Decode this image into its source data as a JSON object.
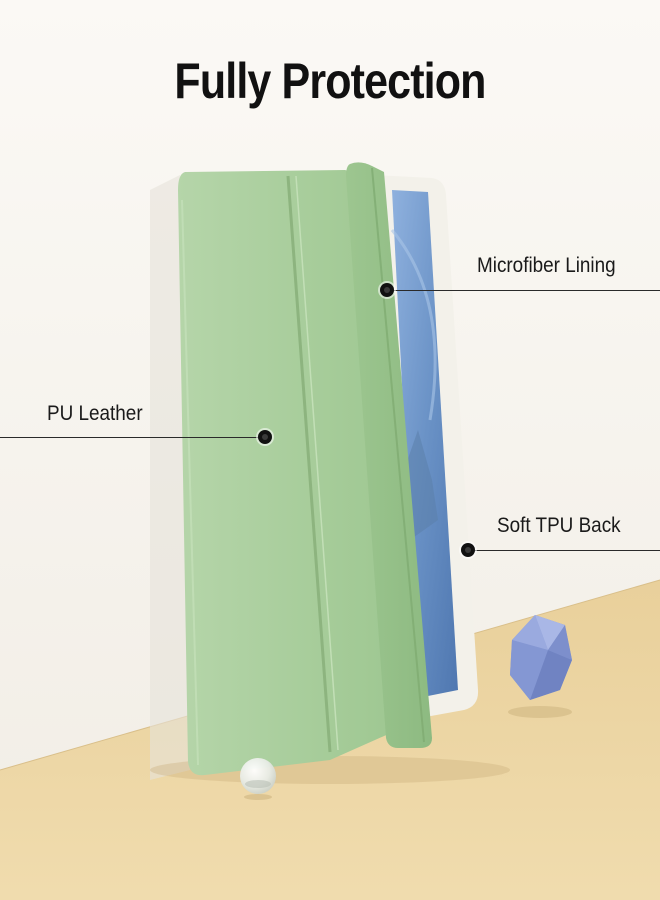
{
  "title": "Fully Protection",
  "callouts": {
    "microfiber": "Microfiber Lining",
    "pu_leather": "PU Leather",
    "tpu_back": "Soft TPU Back"
  },
  "colors": {
    "background": "#f7f4ef",
    "floor": "#ebd3a1",
    "case_green": "#a6cc9a",
    "screen_blue": "#6d95c8",
    "gem": "#8d9ed8"
  }
}
